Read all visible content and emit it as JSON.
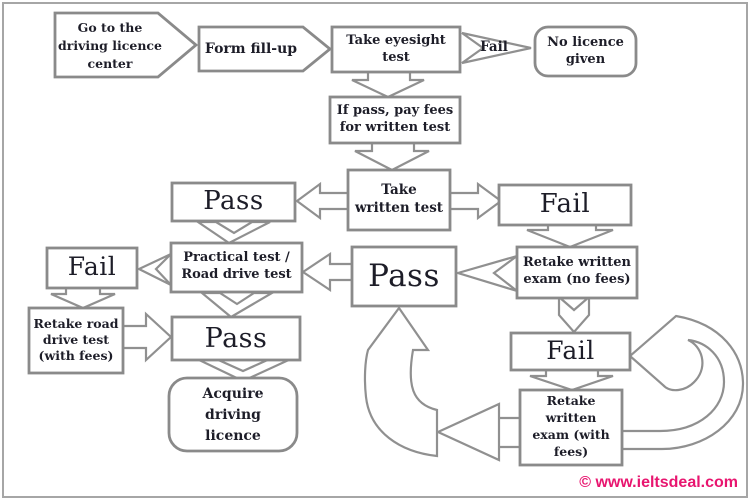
{
  "page": {
    "credit": "© www.ieltsdeal.com"
  },
  "palette": {
    "credit_color": "#e8156f",
    "shape_stroke": "#8a8a8a",
    "text_color": "#1d1d28",
    "background": "#ffffff"
  },
  "nodes": {
    "go_center": {
      "label": "Go to the\ndriving licence\ncenter"
    },
    "form_fillup": {
      "label": "Form fill-up"
    },
    "take_eyesight": {
      "label": "Take eyesight\ntest"
    },
    "fail_eyesight": {
      "label": "Fail"
    },
    "no_licence": {
      "label": "No licence\ngiven"
    },
    "pay_fees": {
      "label": "If pass, pay fees\nfor written test"
    },
    "take_written": {
      "label": "Take\nwritten test"
    },
    "pass_written": {
      "label": "Pass"
    },
    "fail_written": {
      "label": "Fail"
    },
    "practical": {
      "label": "Practical test /\nRoad drive test"
    },
    "fail_practical": {
      "label": "Fail"
    },
    "retake_road": {
      "label": "Retake road\ndrive test\n(with fees)"
    },
    "pass_road": {
      "label": "Pass"
    },
    "acquire": {
      "label": "Acquire\ndriving\nlicence"
    },
    "pass_retake": {
      "label": "Pass"
    },
    "retake_nofees": {
      "label": "Retake written\nexam (no fees)"
    },
    "fail_retake": {
      "label": "Fail"
    },
    "retake_withfees": {
      "label": "Retake\nwritten\nexam (with\nfees)"
    }
  }
}
